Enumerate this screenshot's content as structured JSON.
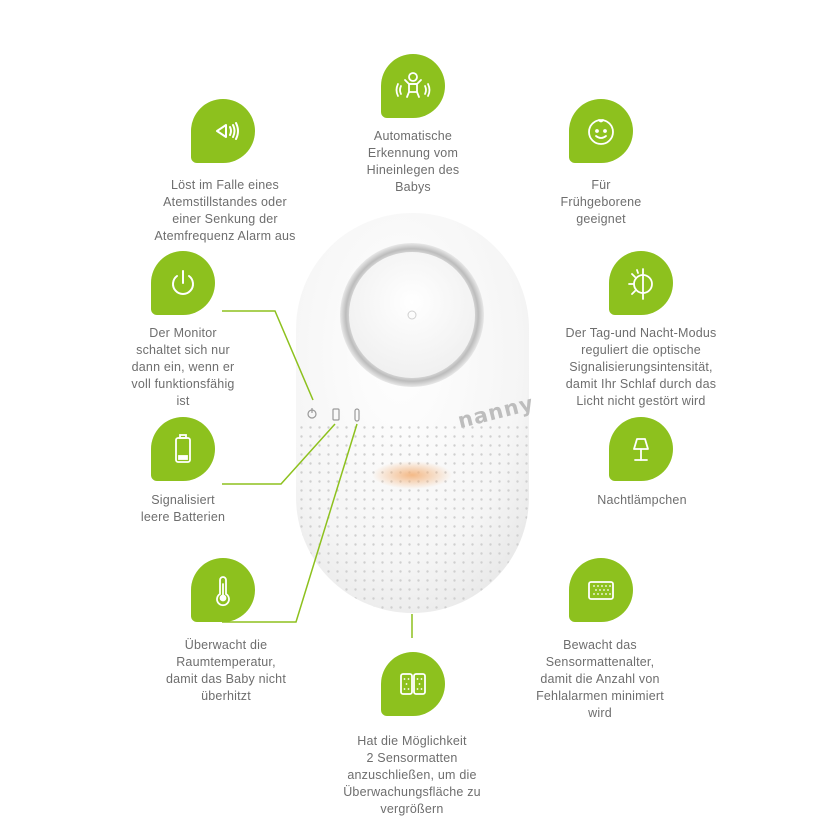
{
  "colors": {
    "accent": "#8dc11e",
    "text": "#6e6e6e",
    "device_body": "#f4f4f4",
    "indicator_glow": "#f3b27a"
  },
  "device": {
    "brand": "nanny"
  },
  "features": {
    "alarm": {
      "icon": "sound-waves-icon",
      "text": "Löst im Falle eines\nAtemstillstandes oder\neiner Senkung der\nAtemfrequenz Alarm aus"
    },
    "baby_detection": {
      "icon": "baby-icon",
      "text": "Automatische\nErkennung vom\nHineinlegen des\nBabys"
    },
    "premature": {
      "icon": "baby-face-icon",
      "text": "Für\nFrühgeborene\ngeeignet"
    },
    "power": {
      "icon": "power-icon",
      "text": "Der Monitor\nschaltet sich nur\ndann ein, wenn er\nvoll funktionsfähig\nist"
    },
    "day_night": {
      "icon": "day-night-icon",
      "text": "Der Tag-und Nacht-Modus\nreguliert die optische\nSignalisierungsintensität,\ndamit Ihr Schlaf durch das\nLicht nicht gestört wird"
    },
    "battery": {
      "icon": "battery-icon",
      "text": "Signalisiert\nleere Batterien"
    },
    "nightlight": {
      "icon": "lamp-icon",
      "text": "Nachtlämpchen"
    },
    "temperature": {
      "icon": "thermometer-icon",
      "text": "Überwacht die\nRaumtemperatur,\ndamit das Baby nicht\nüberhitzt"
    },
    "sensor_age": {
      "icon": "sensor-mat-icon",
      "text": "Bewacht das\nSensormattenalter,\ndamit die Anzahl von\nFehlalarmen minimiert\nwird"
    },
    "two_sensors": {
      "icon": "two-sensor-mats-icon",
      "text": "Hat die Möglichkeit\n2 Sensormatten\nanzuschließen, um die\nÜberwachungsfläche zu\nvergrößern"
    }
  }
}
